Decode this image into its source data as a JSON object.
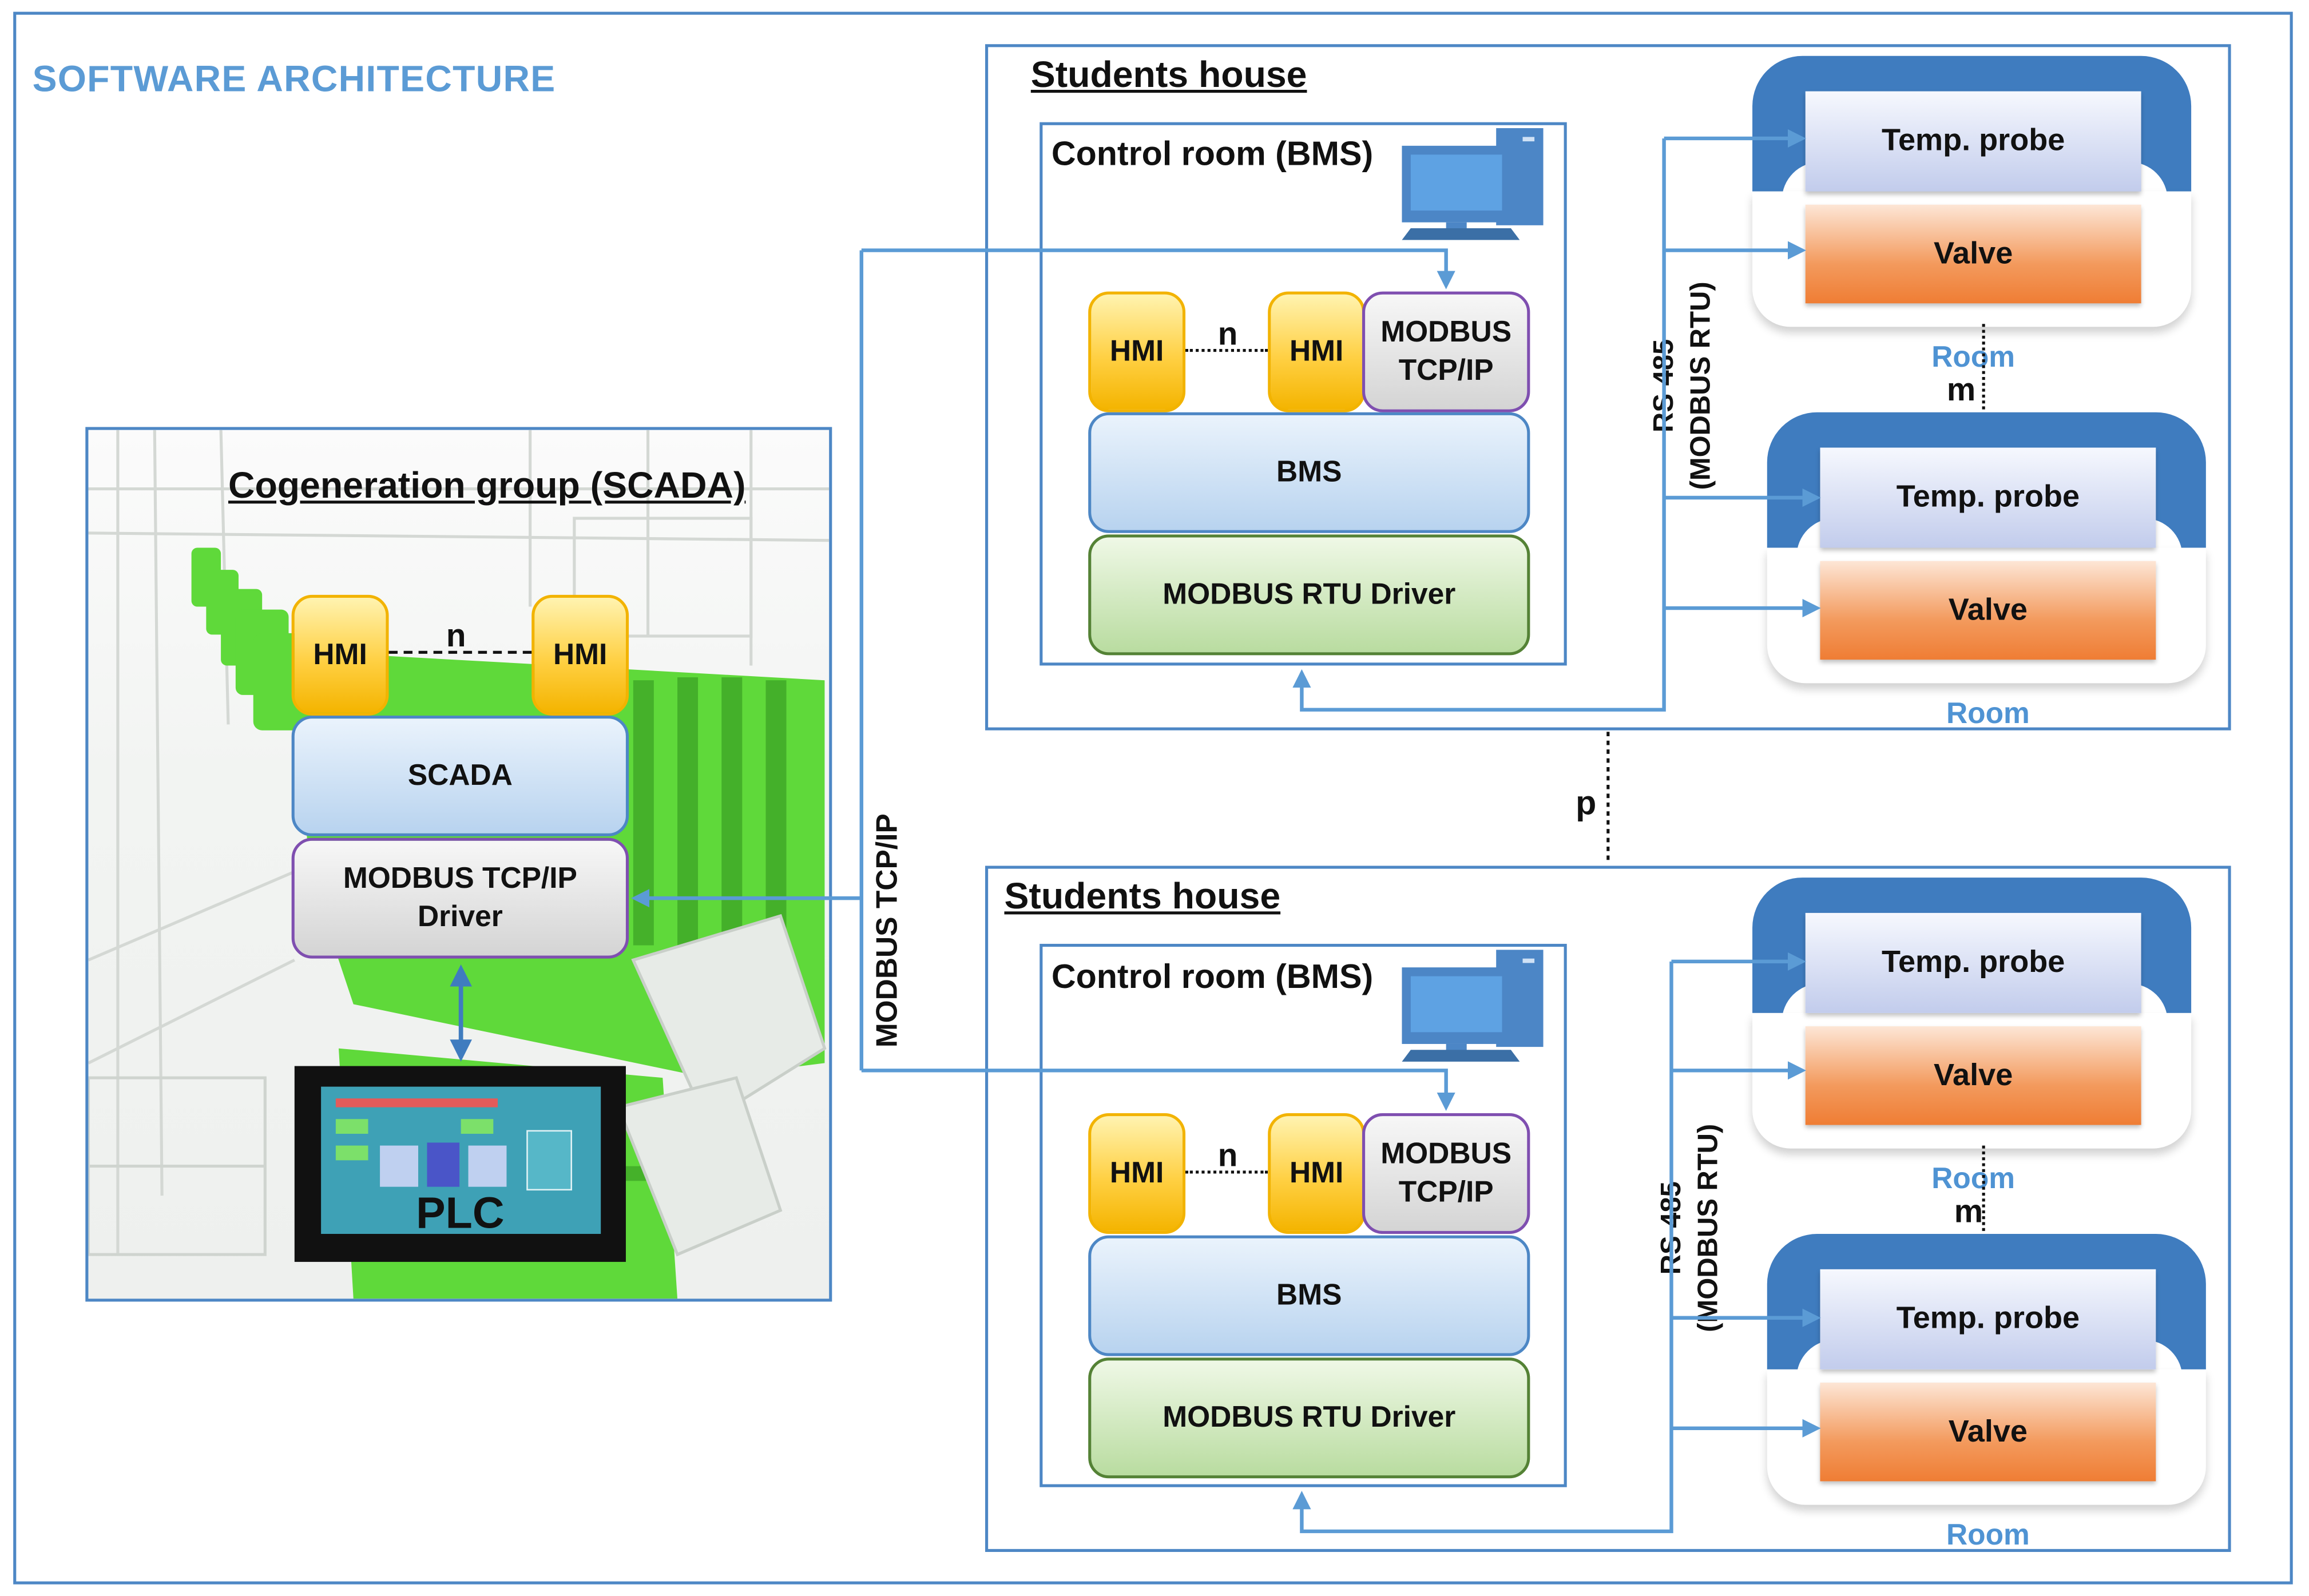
{
  "page_title": "SOFTWARE ARCHITECTURE",
  "cogeneration": {
    "heading": "Cogeneration group (SCADA)",
    "hmi_label": "HMI",
    "n_label": "n",
    "scada_label": "SCADA",
    "driver_line1": "MODBUS TCP/IP",
    "driver_line2": "Driver",
    "plc_label": "PLC"
  },
  "link_label": "MODBUS TCP/IP",
  "p_label": "p",
  "houses": [
    {
      "heading": "Students house",
      "control_room": "Control room (BMS)",
      "hmi_label": "HMI",
      "n_label": "n",
      "modbus_line1": "MODBUS",
      "modbus_line2": "TCP/IP",
      "bms_label": "BMS",
      "rtu_label": "MODBUS RTU Driver",
      "rs485_line1": "RS 485",
      "rs485_line2": "(MODBUS RTU)",
      "m_label": "m",
      "rooms": [
        {
          "probe": "Temp. probe",
          "valve": "Valve",
          "label": "Room"
        },
        {
          "probe": "Temp. probe",
          "valve": "Valve",
          "label": "Room"
        }
      ]
    },
    {
      "heading": "Students house",
      "control_room": "Control room (BMS)",
      "hmi_label": "HMI",
      "n_label": "n",
      "modbus_line1": "MODBUS",
      "modbus_line2": "TCP/IP",
      "bms_label": "BMS",
      "rtu_label": "MODBUS RTU Driver",
      "rs485_line1": "RS 485",
      "rs485_line2": "(MODBUS RTU)",
      "m_label": "m",
      "rooms": [
        {
          "probe": "Temp. probe",
          "valve": "Valve",
          "label": "Room"
        },
        {
          "probe": "Temp. probe",
          "valve": "Valve",
          "label": "Room"
        }
      ]
    }
  ],
  "colors": {
    "frame": "#4d87c5",
    "title": "#5b9bd5",
    "arrow": "#5b9bd5",
    "hmi": "#ffd043",
    "modbus_border": "#7f4fb0",
    "bms": "#b8d3ef",
    "rtu": "#b9dca0",
    "valve": "#f39a5d",
    "room_arc": "#3f7cbf",
    "engine_green": "#5fd93a"
  }
}
